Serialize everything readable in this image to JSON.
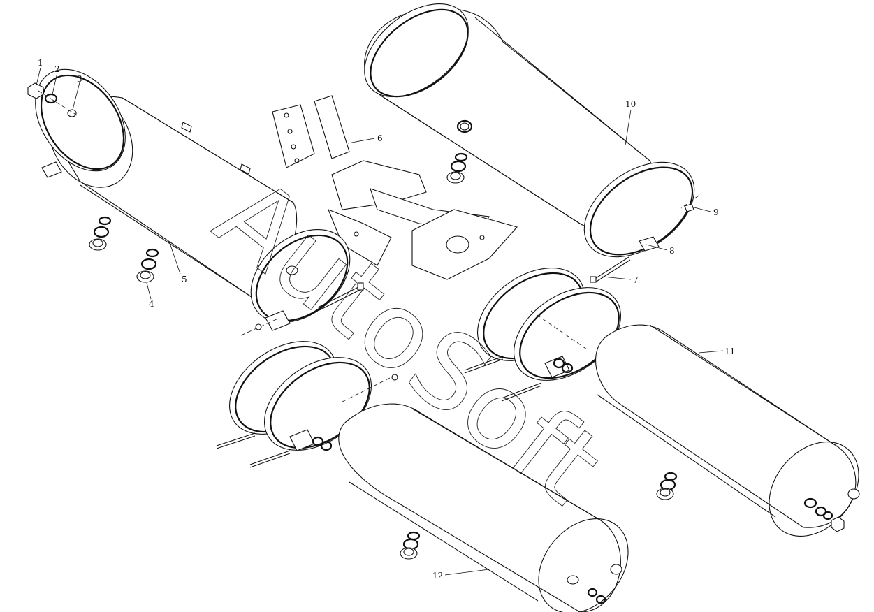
{
  "diagram": {
    "watermark": "AutoSoft",
    "corner_mark": "··· —",
    "callouts": [
      {
        "id": "1",
        "text": "1"
      },
      {
        "id": "2",
        "text": "2"
      },
      {
        "id": "3",
        "text": "3"
      },
      {
        "id": "4",
        "text": "4"
      },
      {
        "id": "5",
        "text": "5"
      },
      {
        "id": "6",
        "text": "6"
      },
      {
        "id": "7",
        "text": "7"
      },
      {
        "id": "8",
        "text": "8"
      },
      {
        "id": "9",
        "text": "9"
      },
      {
        "id": "10",
        "text": "10"
      },
      {
        "id": "11",
        "text": "11"
      },
      {
        "id": "12",
        "text": "12"
      }
    ]
  }
}
